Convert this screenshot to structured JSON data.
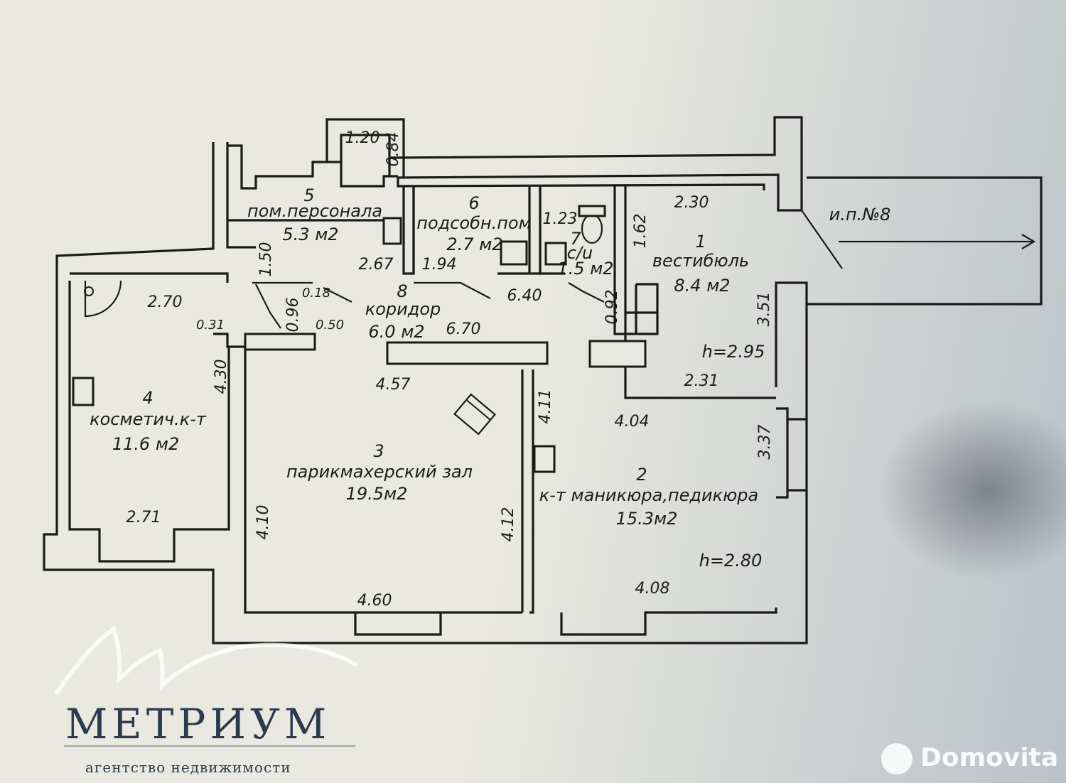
{
  "floor_plan": {
    "rooms": [
      {
        "number": "1",
        "name": "вестибюль",
        "area": "8.4 м2"
      },
      {
        "number": "2",
        "name": "к-т маникюра,педикюра",
        "area": "15.3м2"
      },
      {
        "number": "3",
        "name": "парикмахерский зал",
        "area": "19.5м2"
      },
      {
        "number": "4",
        "name": "косметич.к-т",
        "area": "11.6 м2"
      },
      {
        "number": "5",
        "name": "пом.персонала",
        "area": "5.3 м2"
      },
      {
        "number": "6",
        "name": "подсобн.пом",
        "area": "2.7 м2"
      },
      {
        "number": "7",
        "name": "с/u",
        "area": "1.5 м2"
      },
      {
        "number": "8",
        "name": "коридор",
        "area": "6.0 м2"
      }
    ],
    "heights": [
      "h=2.95",
      "h=2.80"
    ],
    "stair_label": "и.п.№8",
    "dimensions": {
      "d_1_20": "1.20",
      "d_0_84": "0.84",
      "d_2_30": "2.30",
      "d_1_62": "1.62",
      "d_1_23": "1.23",
      "d_2_67": "2.67",
      "d_1_94": "1.94",
      "d_6_40": "6.40",
      "d_1_50": "1.50",
      "d_2_70": "2.70",
      "d_0_96": "0.96",
      "d_0_18": "0.18",
      "d_0_31": "0.31",
      "d_0_50": "0.50",
      "d_6_70": "6.70",
      "d_0_92": "0.92",
      "d_3_51": "3.51",
      "d_4_30": "4.30",
      "d_4_57": "4.57",
      "d_4_11": "4.11",
      "d_2_31": "2.31",
      "d_4_04": "4.04",
      "d_3_37": "3.37",
      "d_2_71": "2.71",
      "d_4_10": "4.10",
      "d_4_12": "4.12",
      "d_4_60": "4.60",
      "d_4_08": "4.08"
    }
  },
  "branding": {
    "agency_name": "МЕТРИУМ",
    "agency_subtitle": "агентство недвижимости",
    "watermark": "Domovita"
  }
}
